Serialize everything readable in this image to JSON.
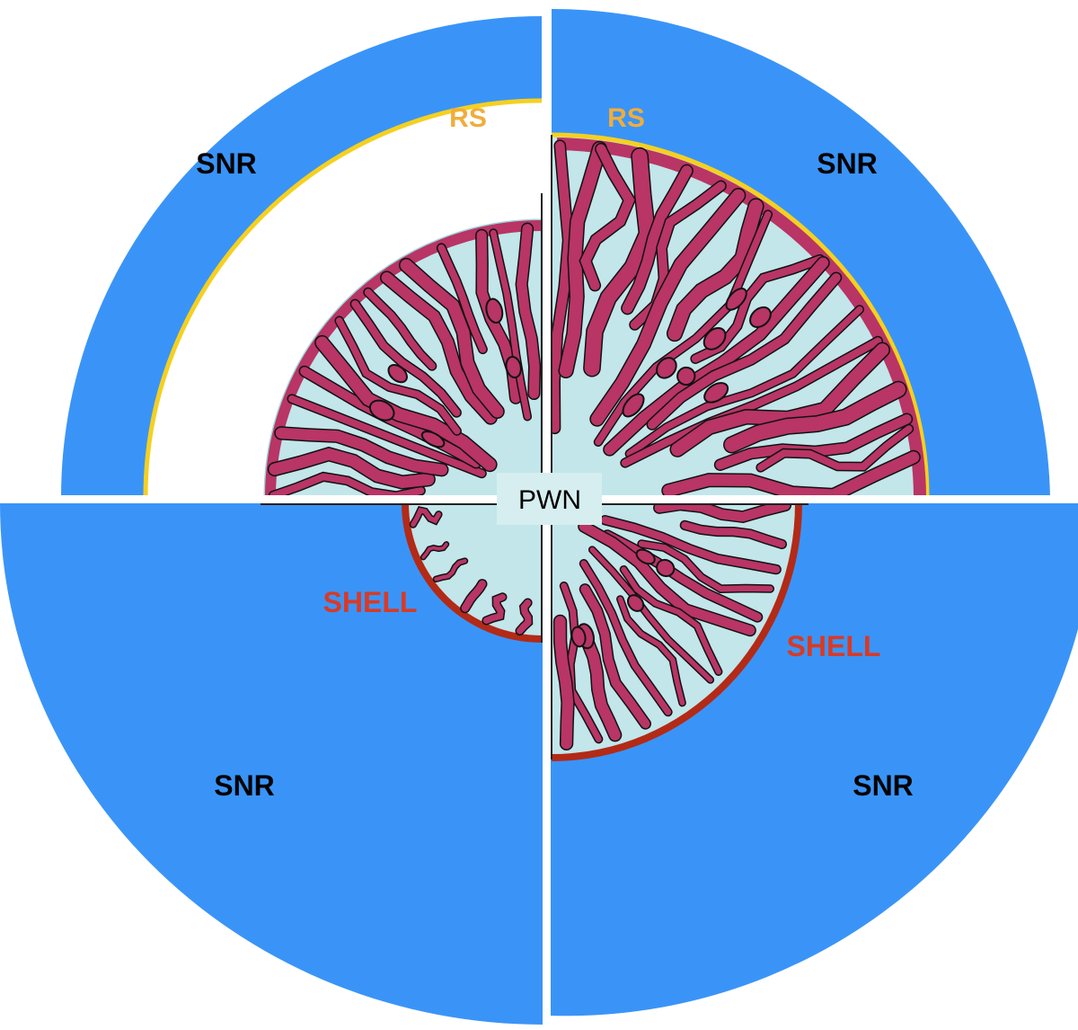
{
  "labels": {
    "snr": "SNR",
    "rs": "RS",
    "shell": "SHELL",
    "pwn": "PWN"
  },
  "colors": {
    "snr_fill": "#3a94f7",
    "rs_line": "#f5d020",
    "rs_text": "#f0ad3c",
    "pwn_fill": "#c2e6ea",
    "filament": "#b83565",
    "outline": "#111111",
    "shell": "#b32a17",
    "shell_text": "#d83a25",
    "snr_text": "#000000",
    "pwn_box": "#d6eef0"
  },
  "quadrants": {
    "top_left": {
      "snr": "SNR",
      "rs": "RS"
    },
    "top_right": {
      "snr": "SNR",
      "rs": "RS"
    },
    "bottom_left": {
      "snr": "SNR",
      "shell": "SHELL"
    },
    "bottom_right": {
      "snr": "SNR",
      "shell": "SHELL"
    }
  }
}
